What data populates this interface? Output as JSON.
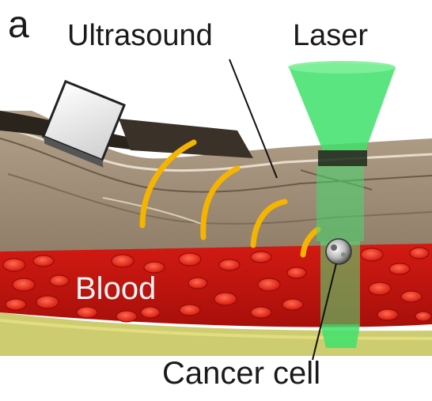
{
  "figure": {
    "panel_letter": "a",
    "labels": {
      "ultrasound": "Ultrasound",
      "laser": "Laser",
      "blood": "Blood",
      "cancer_cell": "Cancer cell"
    },
    "colors": {
      "skin_tissue": "#9c8a74",
      "blood_vessel": "#c4150f",
      "red_blood_cell": "#e3241a",
      "laser_beam": "#3ee06a",
      "ultrasound_wave": "#f5b400",
      "transducer": "#e8e8e8"
    }
  }
}
